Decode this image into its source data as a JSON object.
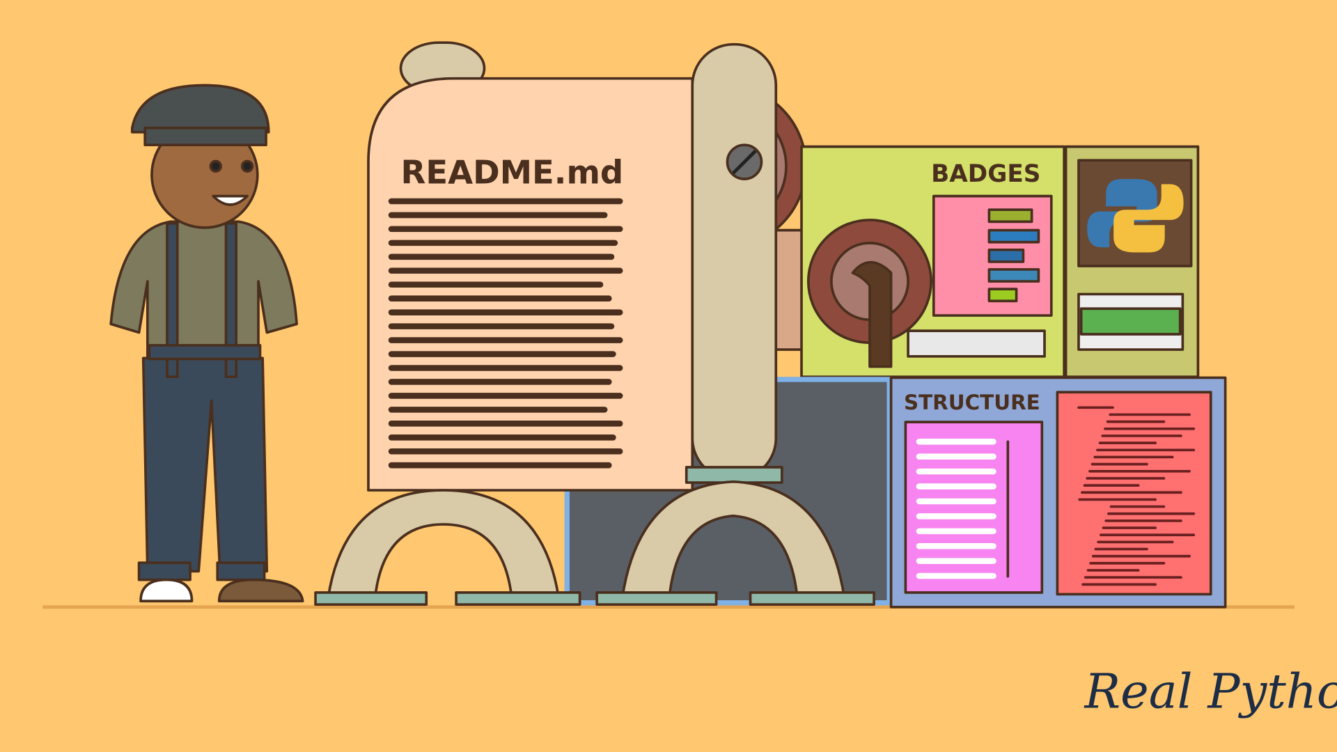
{
  "scroll": {
    "title": "README.md"
  },
  "badges_panel": {
    "title": "BADGES"
  },
  "structure_panel": {
    "title": "STRUCTURE"
  },
  "brand": {
    "logo_text": "Real Python"
  },
  "colors": {
    "background": "#FFC76F",
    "outline": "#4a2f1e",
    "paper": "#FFD3AE",
    "badges": "#D4E06A",
    "structure": "#8FA8D8",
    "pink": "#F784F0",
    "red": "#FF7070",
    "logo": "#1c2d45"
  }
}
